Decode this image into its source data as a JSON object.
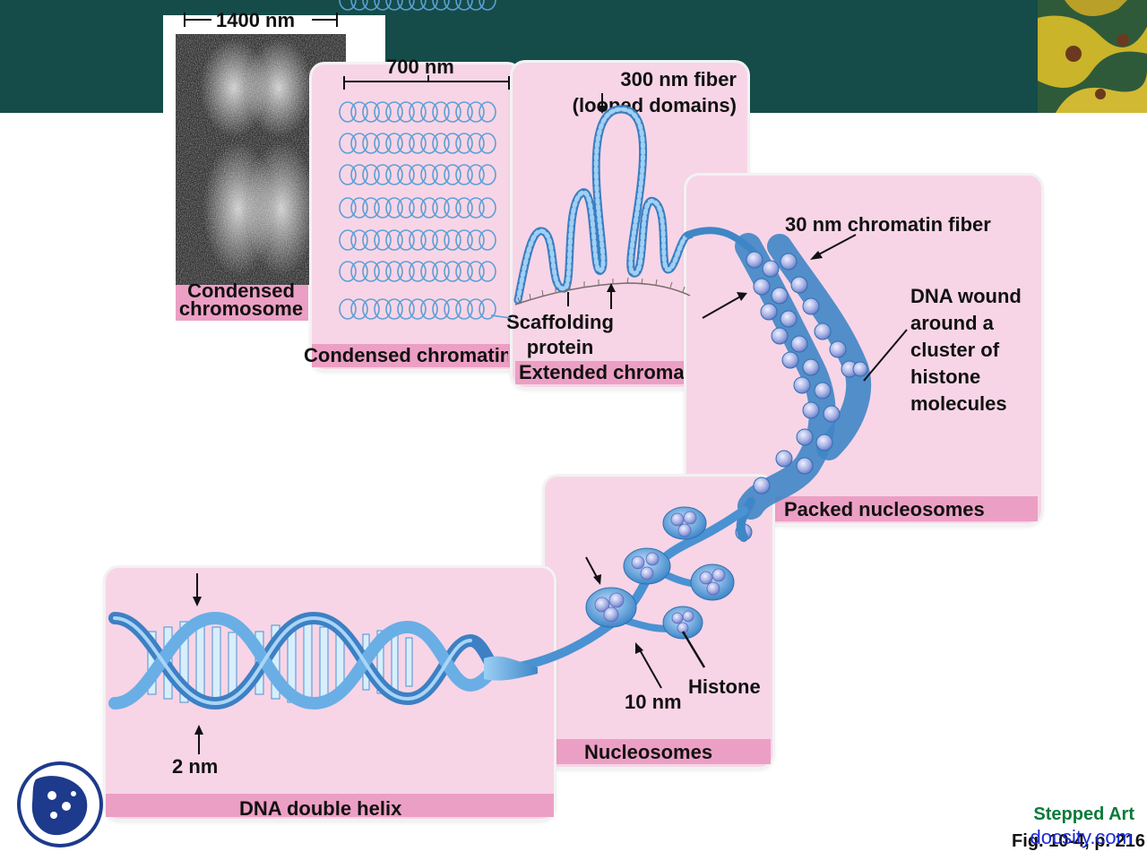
{
  "labels": {
    "scale_1400": "1400 nm",
    "condensed_chromosome": "Condensed chromosome",
    "scale_700": "700 nm",
    "condensed_chromatin": "Condensed chromatin",
    "fiber_300": "300 nm fiber (looped domains)",
    "scaffolding_protein": "Scaffolding protein",
    "extended_chromatin": "Extended chromatin",
    "fiber_30": "30 nm chromatin fiber",
    "dna_wound": "DNA wound around a cluster of histone molecules",
    "packed_nucleosomes": "Packed nucleosomes",
    "histone": "Histone",
    "nm_10": "10 nm",
    "nucleosomes": "Nucleosomes",
    "nm_2": "2 nm",
    "dna_double_helix": "DNA double helix"
  },
  "credits": {
    "stepped_art": "Stepped Art",
    "fig_ref": "Fig. 10-4, p. 216",
    "watermark": "docsity.com"
  },
  "colors": {
    "header_band": "#154c4a",
    "panel_fill": "#f7d5e6",
    "panel_bar": "#ec9fc4",
    "dna_blue": "#5b9fd6",
    "stepped_art_green": "#0a7a3a",
    "watermark_blue": "#1a2bd8"
  }
}
